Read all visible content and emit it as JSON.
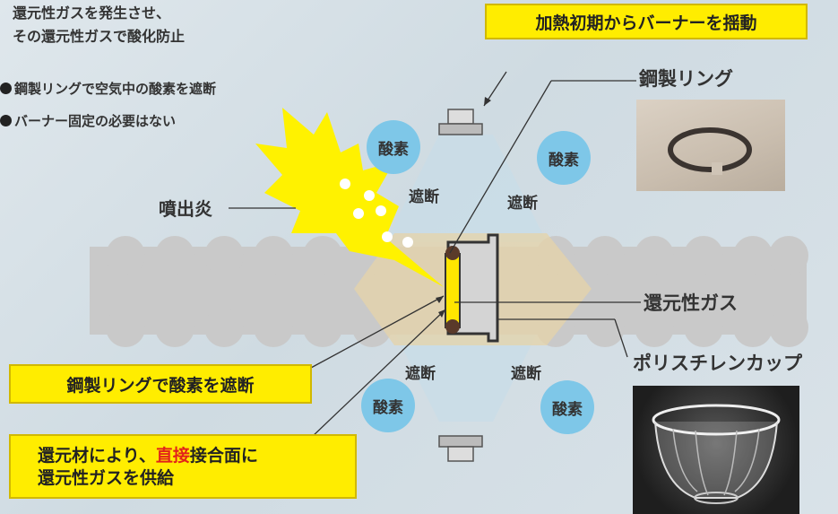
{
  "notes": {
    "line1": "還元性ガスを発生させ、",
    "line2": "その還元性ガスで酸化防止"
  },
  "bullets": [
    "鋼製リングで空気中の酸素を遮断",
    "バーナー固定の必要はない"
  ],
  "callouts": {
    "burner_swing": "加熱初期からバーナーを揺動",
    "ring_blocks": "鋼製リングで酸素を遮断",
    "reductant_line1_a": "還元材により、",
    "reductant_line1_red": "直接",
    "reductant_line1_b": "接合面に",
    "reductant_line2": "還元性ガスを供給"
  },
  "labels": {
    "flame": "噴出炎",
    "steel_ring": "鋼製リング",
    "reducing_gas": "還元性ガス",
    "poly_cup": "ポリスチレンカップ",
    "block": "遮断",
    "oxygen": "酸素"
  },
  "colors": {
    "callout_bg": "#ffed00",
    "oxygen_bubble": "#7ec7e8",
    "emphasis_red": "#e2231a",
    "pipe": "#c9c9c9",
    "flame": "#fff200"
  }
}
